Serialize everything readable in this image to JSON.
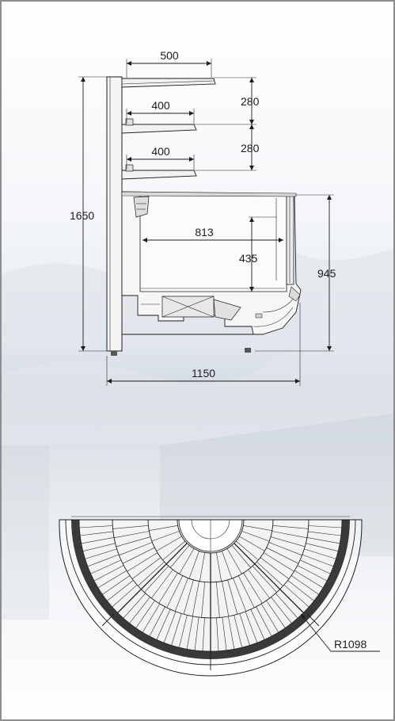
{
  "colors": {
    "line": "#1c1c1c",
    "frame": "#8d8d8d",
    "tray": "#3a3a3a"
  },
  "side_view": {
    "shelf_depths": [
      "500",
      "400",
      "400"
    ],
    "shelf_spacings": [
      "280",
      "280"
    ],
    "total_height": "1650",
    "well_depth": "813",
    "well_height": "435",
    "counter_height": "945",
    "total_depth": "1150"
  },
  "plan_view": {
    "radius_label": "R1098"
  }
}
